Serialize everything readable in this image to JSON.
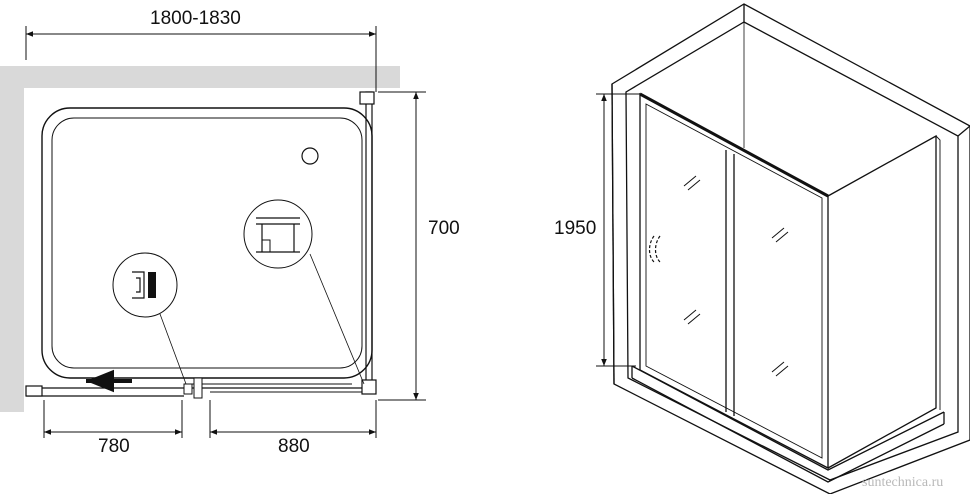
{
  "plan_view": {
    "overall_width_label": "1800-1830",
    "depth_label": "700",
    "door_left_label": "780",
    "door_right_label": "880"
  },
  "front_view": {
    "height_label": "1950"
  },
  "watermark": "suntechnica.ru",
  "colors": {
    "line": "#111111",
    "wall": "#d9d9d9",
    "watermark": "#b9b9b9"
  }
}
